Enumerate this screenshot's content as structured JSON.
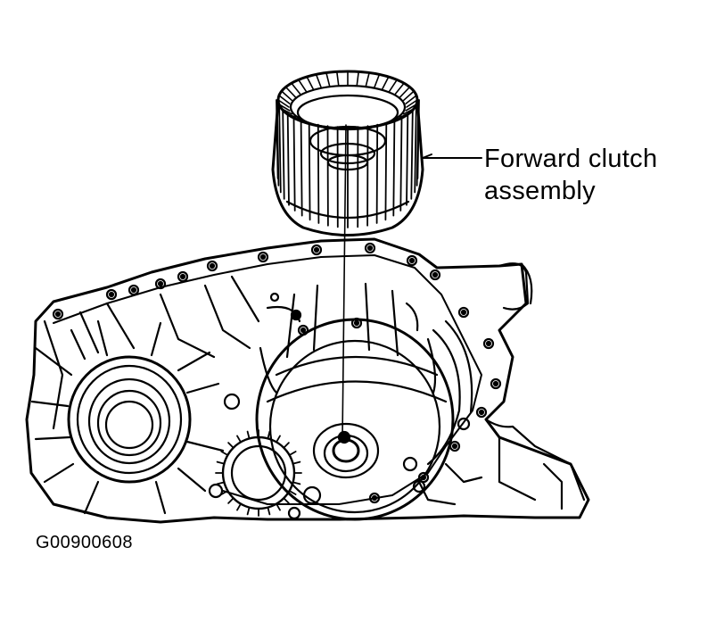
{
  "callout": {
    "line1": "Forward clutch",
    "line2": "assembly"
  },
  "figure_id": "G00900608",
  "colors": {
    "ink": "#000000",
    "paper": "#ffffff"
  }
}
